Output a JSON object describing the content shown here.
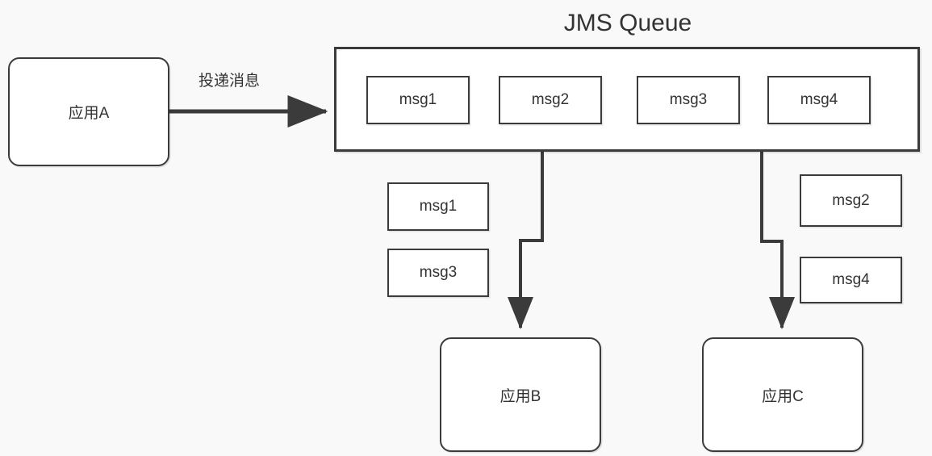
{
  "diagram": {
    "title": "JMS Queue",
    "background_color": "#f9f9f9",
    "stroke_color": "#3b3b3b",
    "text_color": "#333333",
    "fill_color": "#ffffff"
  },
  "title": {
    "text": "JMS Queue"
  },
  "producer": {
    "label": "应用A"
  },
  "edges": {
    "produce_label": "投递消息"
  },
  "queue": {
    "messages": [
      {
        "label": "msg1"
      },
      {
        "label": "msg2"
      },
      {
        "label": "msg3"
      },
      {
        "label": "msg4"
      }
    ]
  },
  "consumer_b": {
    "label": "应用B",
    "received": [
      {
        "label": "msg1"
      },
      {
        "label": "msg3"
      }
    ]
  },
  "consumer_c": {
    "label": "应用C",
    "received": [
      {
        "label": "msg2"
      },
      {
        "label": "msg4"
      }
    ]
  }
}
